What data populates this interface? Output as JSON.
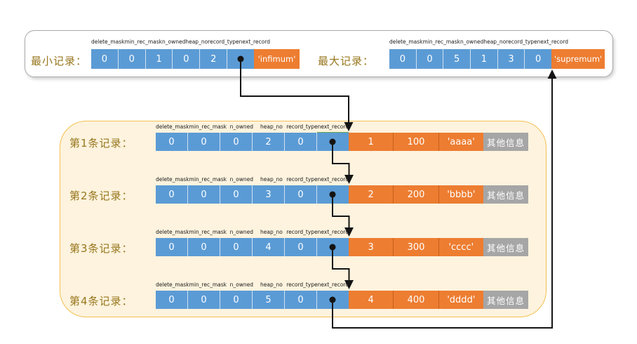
{
  "colors": {
    "cell_blue": "#5b9bd5",
    "cell_orange": "#ed7d31",
    "cell_gray": "#a6a6a6",
    "box_cream_bg": "#fdf3de",
    "box_cream_border": "#f3c052",
    "label_text": "#97761c",
    "connector": "#141414"
  },
  "field_headers": [
    "delete_mask",
    "min_rec_mask",
    "n_owned",
    "heap_no",
    "record_type",
    "next_record"
  ],
  "infimum": {
    "label": "最小记录：",
    "values": [
      "0",
      "0",
      "1",
      "0",
      "2",
      ""
    ],
    "name": "'infimum'"
  },
  "supremum": {
    "label": "最大记录：",
    "values": [
      "0",
      "0",
      "5",
      "1",
      "3",
      "0"
    ],
    "name": "'supremum'"
  },
  "records": [
    {
      "label": "第1条记录：",
      "header_values": [
        "0",
        "0",
        "0",
        "2",
        "0",
        ""
      ],
      "fields": [
        "1",
        "100",
        "'aaaa'"
      ],
      "extra": "其他信息"
    },
    {
      "label": "第2条记录：",
      "header_values": [
        "0",
        "0",
        "0",
        "3",
        "0",
        ""
      ],
      "fields": [
        "2",
        "200",
        "'bbbb'"
      ],
      "extra": "其他信息"
    },
    {
      "label": "第3条记录：",
      "header_values": [
        "0",
        "0",
        "0",
        "4",
        "0",
        ""
      ],
      "fields": [
        "3",
        "300",
        "'cccc'"
      ],
      "extra": "其他信息"
    },
    {
      "label": "第4条记录：",
      "header_values": [
        "0",
        "0",
        "0",
        "5",
        "0",
        ""
      ],
      "fields": [
        "4",
        "400",
        "'dddd'"
      ],
      "extra": "其他信息"
    }
  ]
}
